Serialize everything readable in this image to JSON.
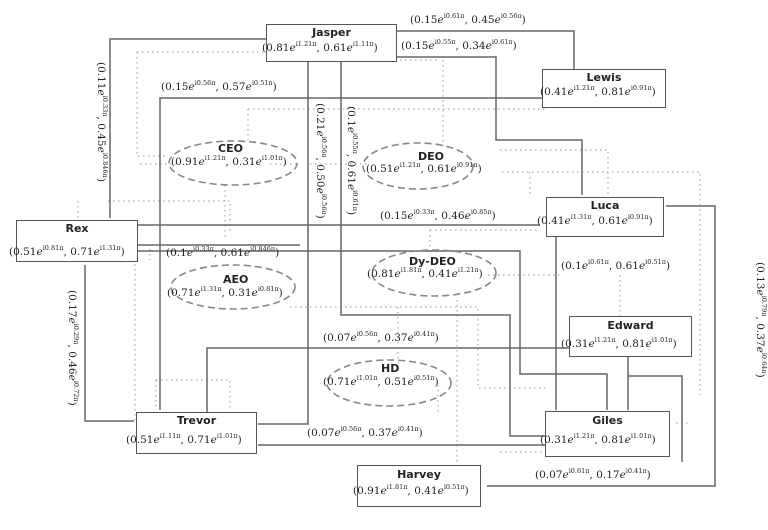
{
  "diagram": {
    "type": "complex fuzzy organizational graph",
    "line_styles": {
      "solid": "#666666",
      "dotted": "#aaaaaa",
      "dashed_ellipse": "#888888"
    },
    "nodes": [
      {
        "id": "jasper",
        "label": "Jasper",
        "shape": "box",
        "value": {
          "r1": "0.81",
          "a1": "i1.21π",
          "r2": "0.61",
          "a2": "i1.11π"
        }
      },
      {
        "id": "lewis",
        "label": "Lewis",
        "shape": "box",
        "value": {
          "r1": "0.41",
          "a1": "i1.21π",
          "r2": "0.81",
          "a2": "i0.91π"
        }
      },
      {
        "id": "luca",
        "label": "Luca",
        "shape": "box",
        "value": {
          "r1": "0.41",
          "a1": "i1.31π",
          "r2": "0.61",
          "a2": "i0.91π"
        }
      },
      {
        "id": "rex",
        "label": "Rex",
        "shape": "box",
        "value": {
          "r1": "0.51",
          "a1": "i0.81π",
          "r2": "0.71",
          "a2": "i1.31π"
        }
      },
      {
        "id": "edward",
        "label": "Edward",
        "shape": "box",
        "value": {
          "r1": "0.31",
          "a1": "i1.21π",
          "r2": "0.81",
          "a2": "i1.01π"
        }
      },
      {
        "id": "trevor",
        "label": "Trevor",
        "shape": "box",
        "value": {
          "r1": "0.51",
          "a1": "i1.11π",
          "r2": "0.71",
          "a2": "i1.01π"
        }
      },
      {
        "id": "giles",
        "label": "Giles",
        "shape": "box",
        "value": {
          "r1": "0.31",
          "a1": "i1.21π",
          "r2": "0.81",
          "a2": "i1.01π"
        }
      },
      {
        "id": "harvey",
        "label": "Harvey",
        "shape": "box",
        "value": {
          "r1": "0.91",
          "a1": "i1.81π",
          "r2": "0.41",
          "a2": "i0.51π"
        }
      },
      {
        "id": "ceo",
        "label": "CEO",
        "shape": "ellipse",
        "value": {
          "r1": "0.91",
          "a1": "i1.21π",
          "r2": "0.31",
          "a2": "i1.01π"
        }
      },
      {
        "id": "deo",
        "label": "DEO",
        "shape": "ellipse",
        "value": {
          "r1": "0.51",
          "a1": "i1.21π",
          "r2": "0.61",
          "a2": "i0.91π"
        }
      },
      {
        "id": "aeo",
        "label": "AEO",
        "shape": "ellipse",
        "value": {
          "r1": "0.71",
          "a1": "i1.31π",
          "r2": "0.31",
          "a2": "i0.81π"
        }
      },
      {
        "id": "dydeo",
        "label": "Dy-DEO",
        "shape": "ellipse",
        "value": {
          "r1": "0.81",
          "a1": "i1.81π",
          "r2": "0.41",
          "a2": "i1.21π"
        }
      },
      {
        "id": "hd",
        "label": "HD",
        "shape": "ellipse",
        "value": {
          "r1": "0.71",
          "a1": "i1.01π",
          "r2": "0.51",
          "a2": "i0.51π"
        }
      }
    ],
    "edge_labels": [
      {
        "id": "jasper-lewis",
        "value": {
          "r1": "0.15",
          "a1": "i0.61π",
          "r2": "0.45",
          "a2": "i0.56π"
        }
      },
      {
        "id": "jasper-luca",
        "value": {
          "r1": "0.15",
          "a1": "i0.55π",
          "r2": "0.34",
          "a2": "i0.61π"
        }
      },
      {
        "id": "rex-jasper",
        "value": {
          "r1": "0.11",
          "a1": "i0.33π",
          "r2": "0.45",
          "a2": "i0.846π"
        }
      },
      {
        "id": "trevor-lewis",
        "value": {
          "r1": "0.15",
          "a1": "i0.56π",
          "r2": "0.57",
          "a2": "i0.51π"
        }
      },
      {
        "id": "jasper-trevor",
        "value": {
          "r1": "0.21",
          "a1": "i0.56π",
          "r2": "0.50",
          "a2": "i0.56π"
        }
      },
      {
        "id": "jasper-giles",
        "value": {
          "r1": "0.1",
          "a1": "i0.55π",
          "r2": "0.61",
          "a2": "i0.61π"
        }
      },
      {
        "id": "rex-luca",
        "value": {
          "r1": "0.15",
          "a1": "i0.33π",
          "r2": "0.46",
          "a2": "i0.85π"
        }
      },
      {
        "id": "rex-giles",
        "value": {
          "r1": "0.1",
          "a1": "i0.33π",
          "r2": "0.61",
          "a2": "i0.846π"
        }
      },
      {
        "id": "luca-giles",
        "value": {
          "r1": "0.1",
          "a1": "i0.61π",
          "r2": "0.61",
          "a2": "i0.51π"
        }
      },
      {
        "id": "luca-harvey",
        "value": {
          "r1": "0.13",
          "a1": "i0.79π",
          "r2": "0.37",
          "a2": "i0.64π"
        }
      },
      {
        "id": "rex-trevor",
        "value": {
          "r1": "0.17",
          "a1": "i0.29π",
          "r2": "0.46",
          "a2": "i0.72π"
        }
      },
      {
        "id": "trevor-edward",
        "value": {
          "r1": "0.07",
          "a1": "i0.56π",
          "r2": "0.37",
          "a2": "i0.41π"
        }
      },
      {
        "id": "trevor-giles",
        "value": {
          "r1": "0.07",
          "a1": "i0.56π",
          "r2": "0.37",
          "a2": "i0.41π"
        }
      },
      {
        "id": "harvey-edward",
        "value": {
          "r1": "0.07",
          "a1": "i0.61π",
          "r2": "0.17",
          "a2": "i0.41π"
        }
      }
    ]
  }
}
